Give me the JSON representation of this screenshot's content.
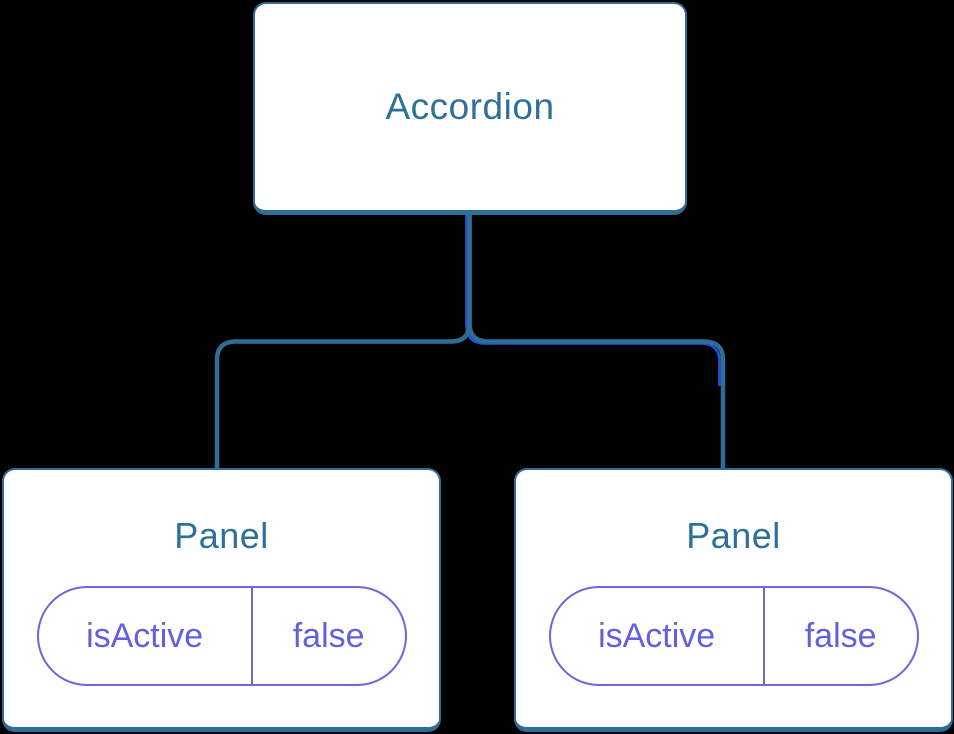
{
  "diagram": {
    "type": "component-tree",
    "colors": {
      "background": "#000000",
      "node_fill": "#FFFFFF",
      "node_border": "#2E6D96",
      "node_text": "#2E7198",
      "edge": "#2E6D96",
      "edge_highlight": "#2254DF",
      "pill_border": "#6C67DB",
      "pill_text": "#6360DC"
    },
    "root_node": {
      "label": "Accordion"
    },
    "child_nodes": [
      {
        "title": "Panel",
        "state": {
          "key": "isActive",
          "value": "false"
        }
      },
      {
        "title": "Panel",
        "state": {
          "key": "isActive",
          "value": "false"
        }
      }
    ]
  }
}
